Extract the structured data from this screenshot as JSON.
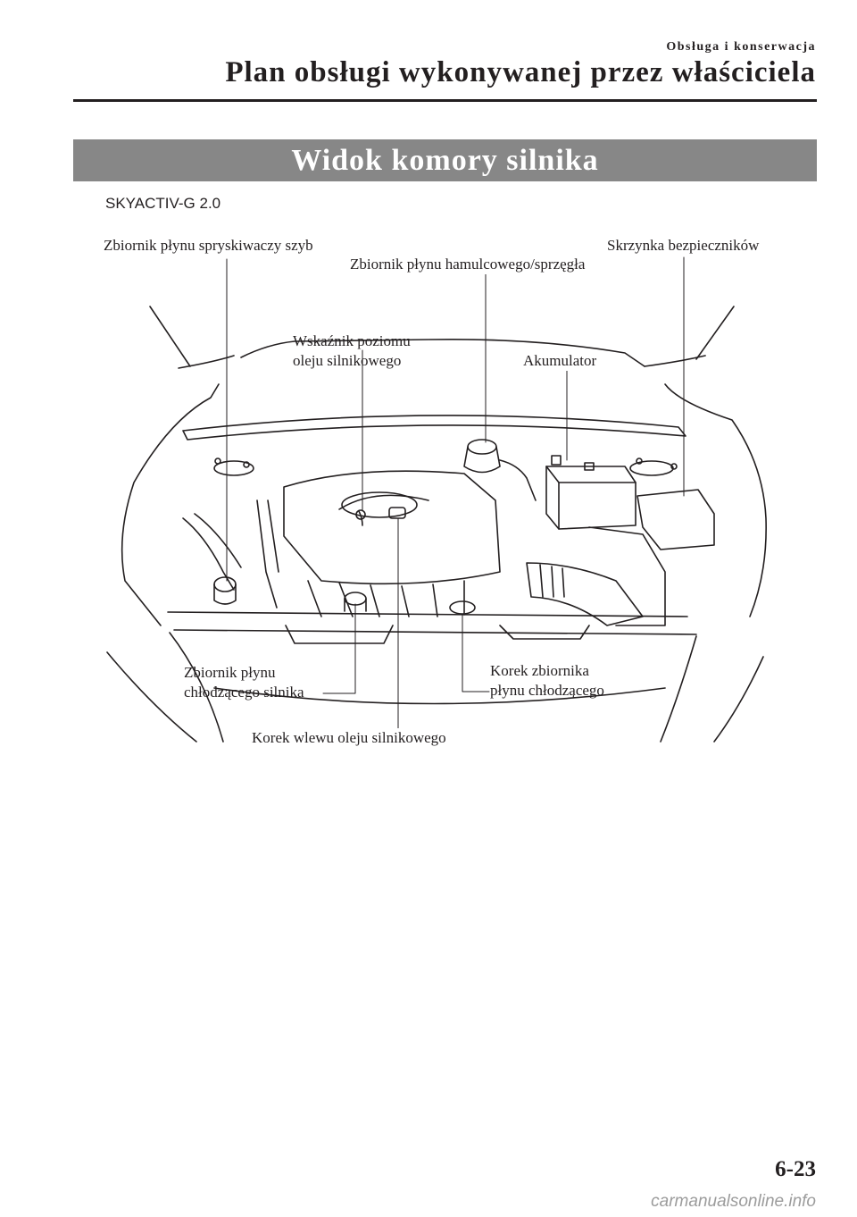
{
  "header": {
    "section_label": "Obsługa i konserwacja",
    "page_title": "Plan obsługi wykonywanej przez właściciela"
  },
  "banner": {
    "title": "Widok komory silnika"
  },
  "subheading": "SKYACTIV-G 2.0",
  "callouts": {
    "washer_reservoir": "Zbiornik płynu spryskiwaczy szyb",
    "brake_clutch_reservoir": "Zbiornik płynu hamulcowego/sprzęgła",
    "fuse_block": "Skrzynka bezpieczników",
    "dipstick_line1": "Wskaźnik poziomu",
    "dipstick_line2": "oleju silnikowego",
    "battery": "Akumulator",
    "coolant_reservoir_line1": "Zbiornik płynu",
    "coolant_reservoir_line2": "chłodzącego silnika",
    "coolant_cap_line1": "Korek zbiornika",
    "coolant_cap_line2": "płynu chłodzącego",
    "oil_filler_cap": "Korek wlewu oleju silnikowego"
  },
  "footer": {
    "page_number": "6-23",
    "watermark": "carmanualsonline.info"
  }
}
